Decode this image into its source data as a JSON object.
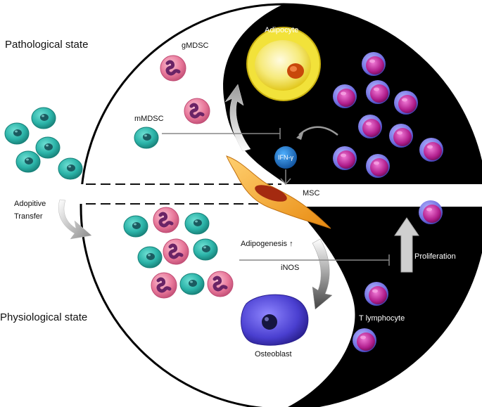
{
  "labels": {
    "pathological": "Pathological state",
    "physiological": "Physiological state",
    "adipocyte": "Adipocyte",
    "gmdsc": "gMDSC",
    "mmdsc": "mMDSC",
    "ifn": "IFN-γ",
    "msc": "MSC",
    "adoptive_line1": "Adopitive",
    "adoptive_line2": "Transfer",
    "adipogenesis": "Adipogenesis ↑",
    "inos": "iNOS",
    "proliferation": "Proliferation",
    "t_lymphocyte": "T lymphocyte",
    "osteoblast": "Osteoblast"
  },
  "colors": {
    "mdsc_teal": "#2bb3a8",
    "mdsc_nucleus": "#1b5b60",
    "granulocyte_pink": "#e8789a",
    "granulocyte_nucleus": "#6a2466",
    "t_cell_outer": "#6f6fe0",
    "t_cell_inner": "#b01d8c",
    "adipocyte_yellow": "#f2e23a",
    "msc_orange": "#f0a020",
    "osteoblast_blue": "#4a3fd0",
    "ifn_blue": "#1d6fbf",
    "background_dark": "#000000"
  },
  "icons": [
    "mdsc-cell-icon",
    "granulocyte-icon",
    "t-lymphocyte-icon",
    "adipocyte-icon",
    "msc-cell-icon",
    "osteoblast-icon",
    "ifn-gamma-icon",
    "inhibition-arrow-icon"
  ]
}
